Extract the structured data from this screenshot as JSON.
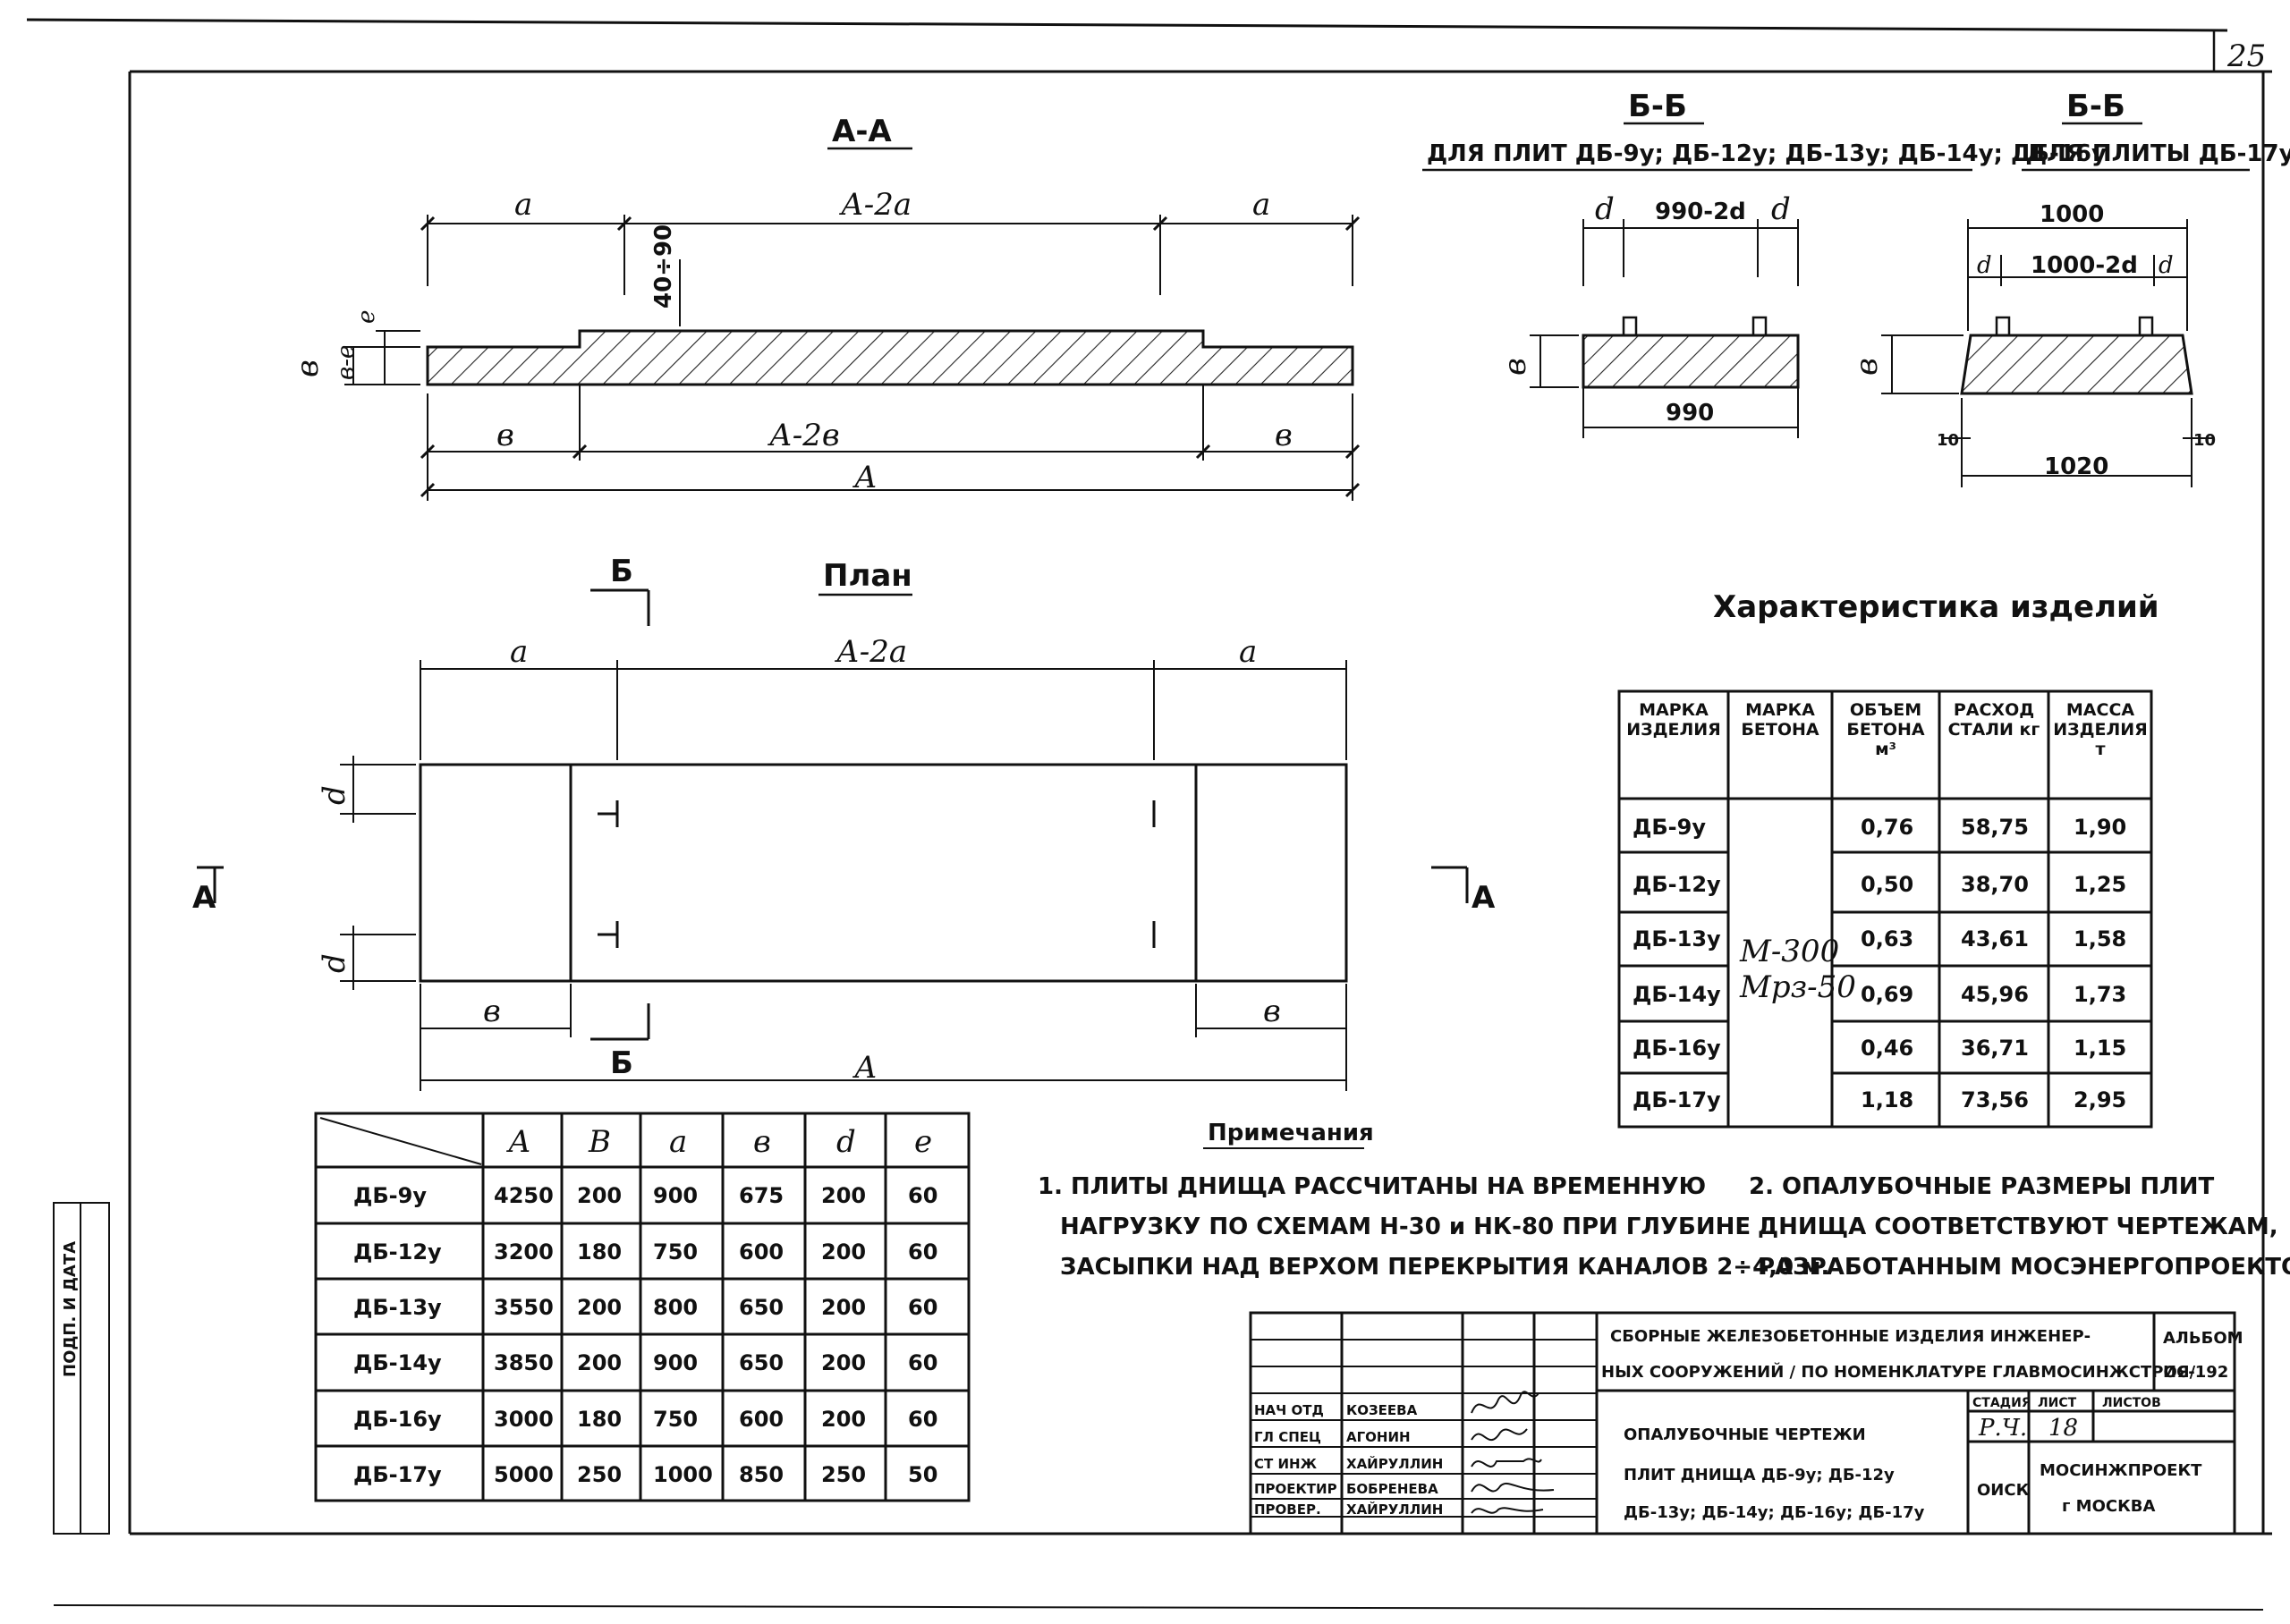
{
  "sheet": {
    "number": "25"
  },
  "section_aa": {
    "title": "А-А",
    "dims_top": [
      "а",
      "А-2а",
      "а"
    ],
    "dim_bottom_mid": "А-2в",
    "dim_bottom_side": "в",
    "dim_total": "А",
    "dim_note": "40÷90",
    "dim_height": "в",
    "dim_height2": "в-е",
    "dim_e": "е"
  },
  "section_bb_1": {
    "title": "Б-Б",
    "subtitle": "ДЛЯ ПЛИТ ДБ-9у; ДБ-12у; ДБ-13у; ДБ-14у; ДБ-16у",
    "dim_top": "990-2d",
    "dim_d": "d",
    "dim_bottom": "990",
    "dim_h": "в"
  },
  "section_bb_2": {
    "title": "Б-Б",
    "subtitle": "ДЛЯ ПЛИТЫ ДБ-17у",
    "dim_top": "1000",
    "dim_inner": "1000-2d",
    "dim_d": "d",
    "dim_bottom": "1020",
    "dim_side": "10",
    "dim_h": "в"
  },
  "plan": {
    "title": "План",
    "cut_b": "Б",
    "cut_a": "А",
    "dims_top": [
      "а",
      "А-2а",
      "а"
    ],
    "dim_d": "d",
    "dim_side": "в",
    "dim_total": "А"
  },
  "characteristics": {
    "title": "Характеристика изделий",
    "headers": [
      "МАРКА ИЗДЕЛИЯ",
      "МАРКА БЕТОНА",
      "ОБЪЕМ БЕТОНА м³",
      "РАСХОД СТАЛИ кг",
      "МАССА ИЗДЕЛИЯ т"
    ],
    "concrete": [
      "М-300",
      "Мрз-50"
    ],
    "rows": [
      {
        "mark": "ДБ-9у",
        "volume": "0,76",
        "steel": "58,75",
        "mass": "1,90"
      },
      {
        "mark": "ДБ-12у",
        "volume": "0,50",
        "steel": "38,70",
        "mass": "1,25"
      },
      {
        "mark": "ДБ-13у",
        "volume": "0,63",
        "steel": "43,61",
        "mass": "1,58"
      },
      {
        "mark": "ДБ-14у",
        "volume": "0,69",
        "steel": "45,96",
        "mass": "1,73"
      },
      {
        "mark": "ДБ-16у",
        "volume": "0,46",
        "steel": "36,71",
        "mass": "1,15"
      },
      {
        "mark": "ДБ-17у",
        "volume": "1,18",
        "steel": "73,56",
        "mass": "2,95"
      }
    ]
  },
  "dimensions": {
    "headers": [
      "А",
      "В",
      "а",
      "в",
      "d",
      "е"
    ],
    "rows": [
      {
        "mark": "ДБ-9у",
        "vals": [
          "4250",
          "200",
          "900",
          "675",
          "200",
          "60"
        ]
      },
      {
        "mark": "ДБ-12у",
        "vals": [
          "3200",
          "180",
          "750",
          "600",
          "200",
          "60"
        ]
      },
      {
        "mark": "ДБ-13у",
        "vals": [
          "3550",
          "200",
          "800",
          "650",
          "200",
          "60"
        ]
      },
      {
        "mark": "ДБ-14у",
        "vals": [
          "3850",
          "200",
          "900",
          "650",
          "200",
          "60"
        ]
      },
      {
        "mark": "ДБ-16у",
        "vals": [
          "3000",
          "180",
          "750",
          "600",
          "200",
          "60"
        ]
      },
      {
        "mark": "ДБ-17у",
        "vals": [
          "5000",
          "250",
          "1000",
          "850",
          "250",
          "50"
        ]
      }
    ]
  },
  "notes": {
    "title": "Примечания",
    "note1": [
      "1. ПЛИТЫ ДНИЩА РАССЧИТАНЫ НА ВРЕМЕННУЮ",
      "НАГРУЗКУ ПО СХЕМАМ Н-30 и НК-80 ПРИ ГЛУБИНЕ",
      "ЗАСЫПКИ НАД ВЕРХОМ ПЕРЕКРЫТИЯ КАНАЛОВ 2÷4,0 м."
    ],
    "note2": [
      "2. ОПАЛУБОЧНЫЕ РАЗМЕРЫ ПЛИТ",
      "ДНИЩА СООТВЕТСТВУЮТ ЧЕРТЕЖАМ,",
      "РАЗРАБОТАННЫМ МОСЭНЕРГОПРОЕКТОМ."
    ]
  },
  "stamp": {
    "project": [
      "СБОРНЫЕ ЖЕЛЕЗОБЕТОННЫЕ ИЗДЕЛИЯ ИНЖЕНЕР-",
      "НЫХ СООРУЖЕНИЙ / ПО НОМЕНКЛАТУРЕ ГЛАВМОСИНЖСТРОЯ/"
    ],
    "album": [
      "АЛЬБОМ",
      "ИС-192"
    ],
    "roles": [
      "НАЧ ОТД",
      "ГЛ СПЕЦ",
      "СТ ИНЖ",
      "ПРОЕКТИР",
      "ПРОВЕР."
    ],
    "names": [
      "КОЗЕЕВА",
      "АГОНИН",
      "ХАЙРУЛЛИН",
      "БОБРЕНЕВА",
      "ХАЙРУЛЛИН"
    ],
    "stage_headers": [
      "СТАДИЯ",
      "ЛИСТ",
      "ЛИСТОВ"
    ],
    "stage_vals": [
      "Р.Ч.",
      "18",
      ""
    ],
    "drawing_title": [
      "ОПАЛУБОЧНЫЕ ЧЕРТЕЖИ",
      "ПЛИТ ДНИЩА ДБ-9у; ДБ-12у",
      "ДБ-13у; ДБ-14у; ДБ-16у; ДБ-17у"
    ],
    "dept": "ОИСК",
    "org": [
      "МОСИНЖПРОЕКТ",
      "г МОСКВА"
    ]
  },
  "left_strip": {
    "text": "ПОДП. И ДАТА"
  }
}
